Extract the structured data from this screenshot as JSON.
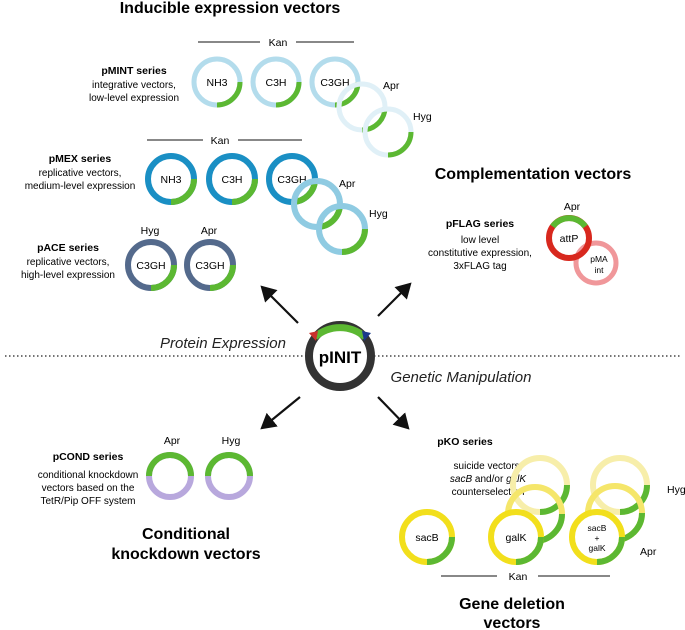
{
  "colors": {
    "mint": "#b3dcec",
    "mex": "#1a8fc4",
    "mex_light": "#8fcbe2",
    "ace": "#546a8c",
    "green": "#5cb832",
    "flag_red": "#d8281e",
    "flag_pink": "#f0979a",
    "cond": "#b8a8dd",
    "ko_yellow": "#f2df1c",
    "ko_light": "#f7eeaa",
    "pinit": "#333333"
  },
  "inducible": {
    "title": "Inducible expression vectors",
    "mint": {
      "series": "pMINT series",
      "desc1": "integrative vectors,",
      "desc2": "low-level expression",
      "marker": "Kan",
      "plasmids": [
        "NH3",
        "C3H",
        "C3GH"
      ],
      "markers_extra": [
        "Apr",
        "Hyg"
      ]
    },
    "mex": {
      "series": "pMEX series",
      "desc1": "replicative vectors,",
      "desc2": "medium-level expression",
      "marker": "Kan",
      "plasmids": [
        "NH3",
        "C3H",
        "C3GH"
      ],
      "markers_extra": [
        "Apr",
        "Hyg"
      ]
    },
    "ace": {
      "series": "pACE series",
      "desc1": "replicative vectors,",
      "desc2": "high-level expression",
      "markers": [
        "Hyg",
        "Apr"
      ],
      "plasmids": [
        "C3GH",
        "C3GH"
      ]
    }
  },
  "complementation": {
    "title": "Complementation vectors",
    "series": "pFLAG series",
    "desc1": "low level",
    "desc2": "constitutive expression,",
    "desc3": "3xFLAG tag",
    "marker": "Apr",
    "plasmid": "attP",
    "integrase_1": "pMA",
    "integrase_2": "int"
  },
  "center": {
    "label": "pINIT",
    "left": "Protein Expression",
    "right": "Genetic Manipulation"
  },
  "conditional": {
    "title_1": "Conditional",
    "title_2": "knockdown vectors",
    "series": "pCOND series",
    "desc1": "conditional knockdown",
    "desc2": "vectors based on the",
    "desc3": "TetR/Pip OFF system",
    "markers": [
      "Apr",
      "Hyg"
    ]
  },
  "deletion": {
    "title_1": "Gene deletion",
    "title_2": "vectors",
    "series": "pKO series",
    "desc1": "suicide vectors,",
    "desc2_a": "sacB",
    "desc2_b": " and/or ",
    "desc2_c": "galK",
    "desc3": "counterselection",
    "marker": "Kan",
    "plasmids": [
      "sacB",
      "galK"
    ],
    "combo": [
      "sacB",
      "+",
      "galK"
    ],
    "markers_extra": [
      "Hyg",
      "Apr"
    ]
  }
}
